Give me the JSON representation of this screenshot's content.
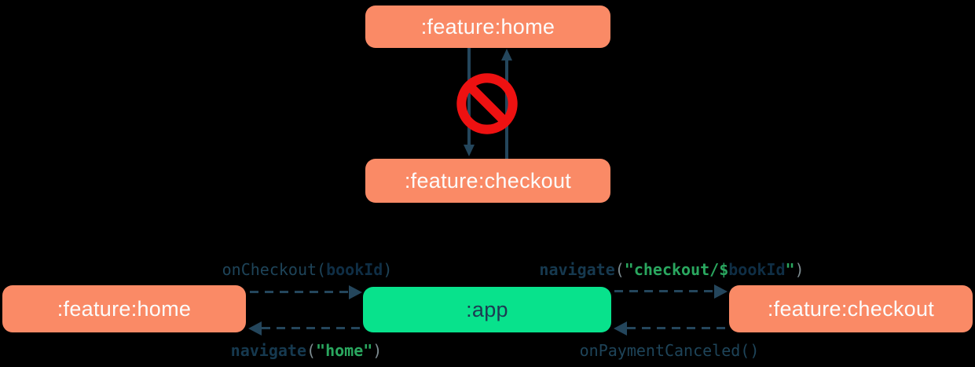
{
  "colors": {
    "background": "#000000",
    "module_box": "#fa8a66",
    "app_box": "#08e28c",
    "box_text_light": "#fcfcfc",
    "box_text_dark": "#1d3a52",
    "arrow": "#24465c",
    "forbidden_red": "#ee1111",
    "code_plain": "#1e4459",
    "code_fn": "#16394f",
    "code_ident": "#0f2e45",
    "code_string": "#2aa75f",
    "code_paren": "#7d8b90"
  },
  "top_diagram": {
    "home_box": ":feature:home",
    "checkout_box": ":feature:checkout",
    "forbidden_icon": "no-entry"
  },
  "bottom_diagram": {
    "home_box": ":feature:home",
    "app_box": ":app",
    "checkout_box": ":feature:checkout",
    "labels": {
      "on_checkout": {
        "parts": [
          {
            "text": "onCheckout(",
            "style": "plain"
          },
          {
            "text": "bookId",
            "style": "ident"
          },
          {
            "text": ")",
            "style": "plain"
          }
        ]
      },
      "navigate_home": {
        "parts": [
          {
            "text": "navigate",
            "style": "fn"
          },
          {
            "text": "(",
            "style": "paren"
          },
          {
            "text": "\"home\"",
            "style": "string"
          },
          {
            "text": ")",
            "style": "paren"
          }
        ]
      },
      "navigate_checkout": {
        "parts": [
          {
            "text": "navigate",
            "style": "fn"
          },
          {
            "text": "(",
            "style": "paren"
          },
          {
            "text": "\"checkout/$",
            "style": "string"
          },
          {
            "text": "bookId",
            "style": "ident"
          },
          {
            "text": "\"",
            "style": "string"
          },
          {
            "text": ")",
            "style": "paren"
          }
        ]
      },
      "on_payment_canceled": {
        "parts": [
          {
            "text": "onPaymentCanceled()",
            "style": "plain"
          }
        ]
      }
    }
  }
}
